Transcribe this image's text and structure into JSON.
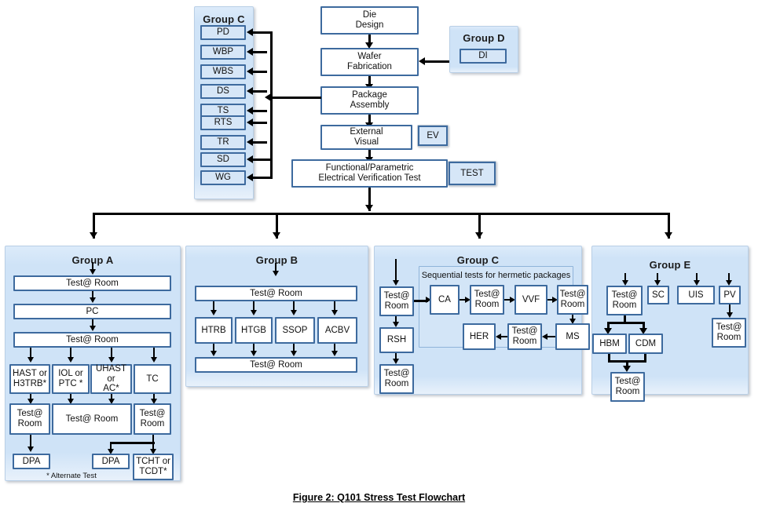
{
  "figure": {
    "caption": "Figure 2:  Q101 Stress Test Flowchart"
  },
  "main_flow": {
    "steps": [
      {
        "id": "die-design",
        "label": "Die\nDesign"
      },
      {
        "id": "wafer-fabrication",
        "label": "Wafer\nFabrication"
      },
      {
        "id": "package-assembly",
        "label": "Package\nAssembly"
      },
      {
        "id": "external-visual",
        "label": "External\nVisual"
      },
      {
        "id": "electrical-verification",
        "label": "Functional/Parametric\nElectrical Verification Test"
      }
    ],
    "tags": [
      {
        "id": "ev",
        "label": "EV"
      },
      {
        "id": "test",
        "label": "TEST"
      }
    ]
  },
  "group_c_top": {
    "title": "Group C",
    "items": [
      "PD",
      "WBP",
      "WBS",
      "DS",
      "TS",
      "RTS",
      "TR",
      "SD",
      "WG"
    ]
  },
  "group_d": {
    "title": "Group D",
    "items": [
      "DI"
    ]
  },
  "group_a": {
    "title": "Group A",
    "row1": "Test@ Room",
    "row2": "PC",
    "row3": "Test@ Room",
    "stress_row": [
      "HAST or\nH3TRB*",
      "IOL or\nPTC *",
      "UHAST or\nAC*",
      "TC"
    ],
    "readout_row": [
      "Test@\nRoom",
      "Test@ Room",
      "Test@\nRoom"
    ],
    "final_row": [
      "DPA",
      "DPA",
      "TCHT or\nTCDT*"
    ],
    "footnote": "* Alternate Test"
  },
  "group_b": {
    "title": "Group B",
    "top": "Test@ Room",
    "stress_row": [
      "HTRB",
      "HTGB",
      "SSOP",
      "ACBV"
    ],
    "bottom": "Test@ Room"
  },
  "group_c_bottom": {
    "title": "Group C",
    "left_column": [
      "Test@\nRoom",
      "RSH",
      "Test@\nRoom"
    ],
    "subpanel_label": "Sequential tests for hermetic packages",
    "seq_row1": [
      "CA",
      "Test@\nRoom",
      "VVF",
      "Test@\nRoom"
    ],
    "seq_row2": [
      "HER",
      "Test@\nRoom",
      "MS"
    ]
  },
  "group_e": {
    "title": "Group E",
    "top_row": [
      "Test@\nRoom",
      "SC",
      "UIS",
      "PV"
    ],
    "esd_row": [
      "HBM",
      "CDM"
    ],
    "esd_readout": "Test@\nRoom",
    "pv_readout": "Test@\nRoom"
  },
  "colors": {
    "panel_fill": "#cfe3f7",
    "box_border": "#3d6a9e",
    "box_fill": "#d6e6f7",
    "box_white": "#ffffff",
    "connector": "#000000"
  }
}
